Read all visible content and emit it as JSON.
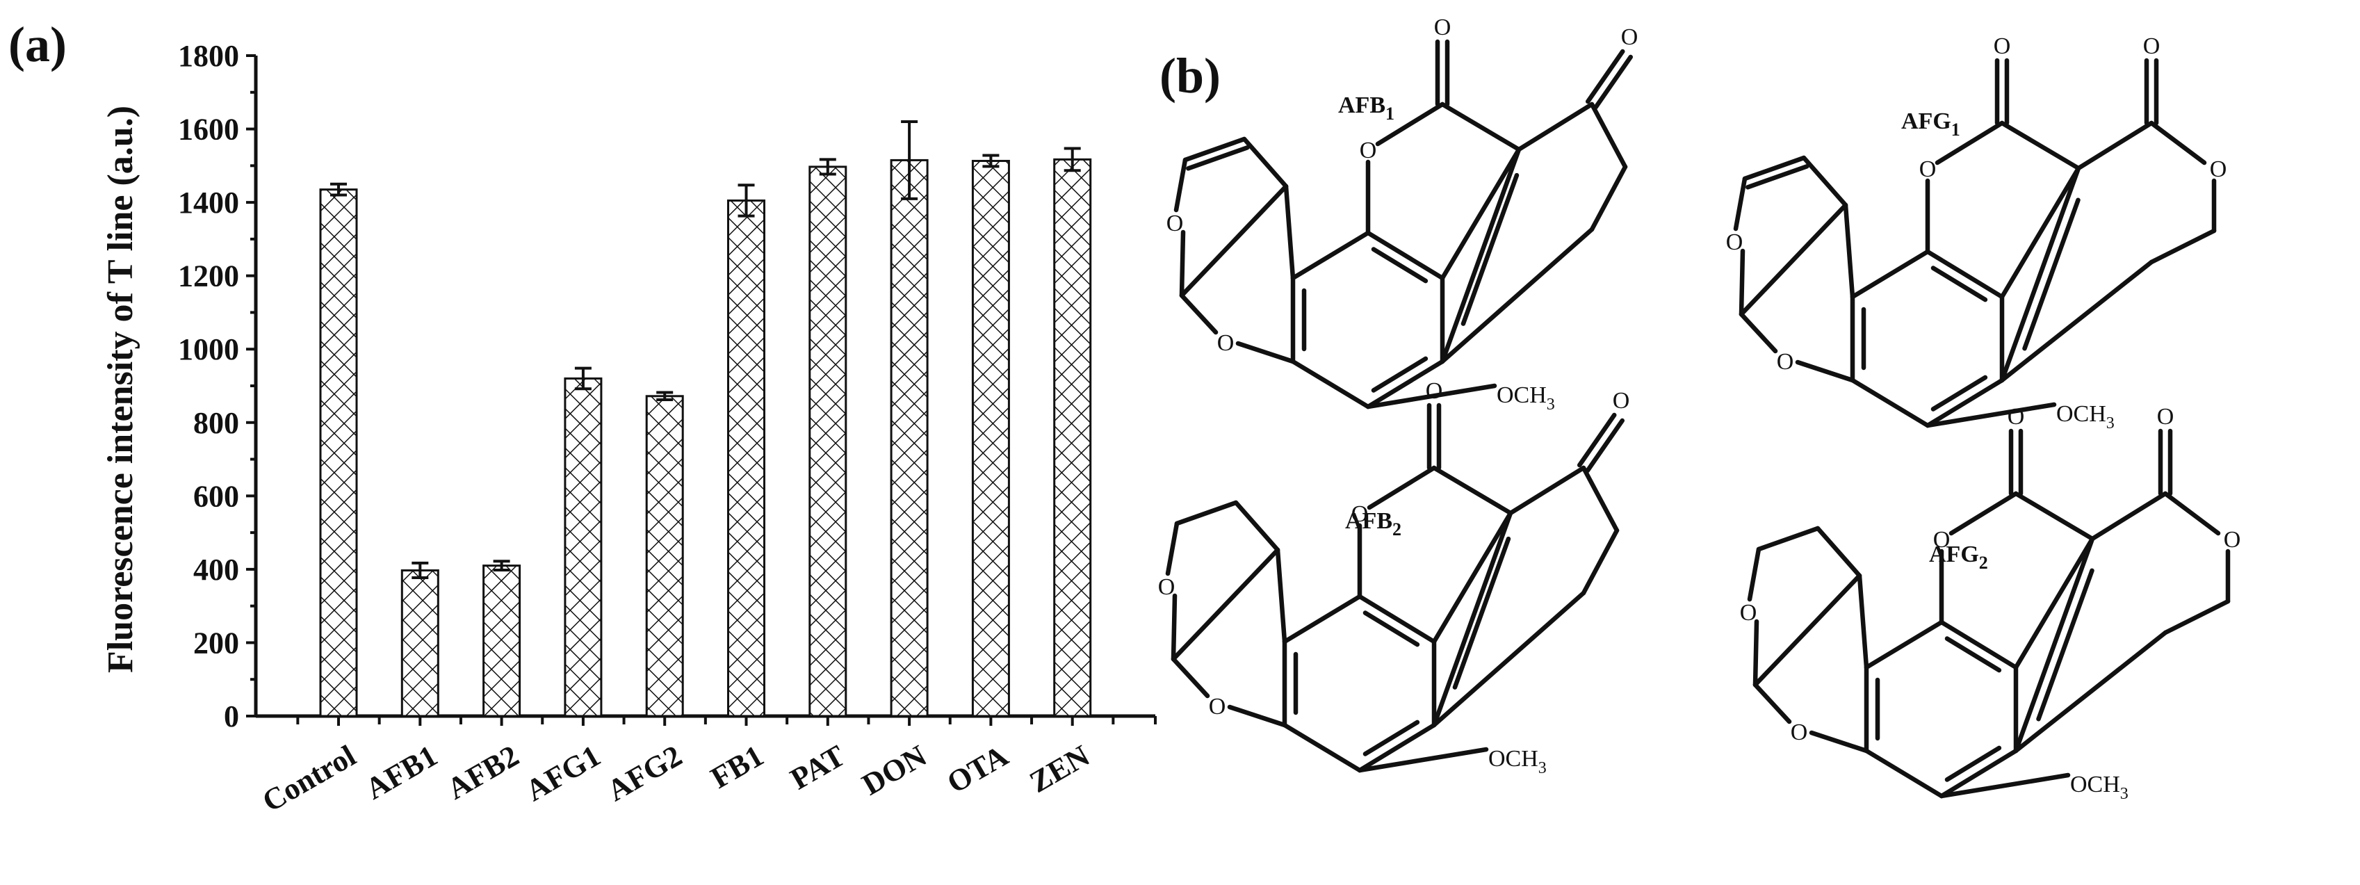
{
  "panel_a_label": "(a)",
  "panel_b_label": "(b)",
  "chart_data": {
    "type": "bar",
    "title": "",
    "xlabel": "",
    "ylabel": "Fluorescence intensity of T line (a.u.)",
    "ylim": [
      0,
      1800
    ],
    "yticks": [
      0,
      200,
      400,
      600,
      800,
      1000,
      1200,
      1400,
      1600,
      1800
    ],
    "categories": [
      "Control",
      "AFB1",
      "AFB2",
      "AFG1",
      "AFG2",
      "FB1",
      "PAT",
      "DON",
      "OTA",
      "ZEN"
    ],
    "values": [
      1435,
      397,
      410,
      920,
      872,
      1405,
      1497,
      1515,
      1513,
      1517
    ],
    "errors": [
      15,
      20,
      12,
      28,
      10,
      42,
      20,
      105,
      15,
      30
    ],
    "bar_fill": "crosshatch",
    "grid": false,
    "legend": "none"
  },
  "structures": [
    {
      "name_main": "AFB",
      "name_sub": "1",
      "methoxy": "OCH",
      "methoxy_sub": "3",
      "carbonyl_o": "O",
      "ring_o": "O"
    },
    {
      "name_main": "AFG",
      "name_sub": "1",
      "methoxy": "OCH",
      "methoxy_sub": "3",
      "carbonyl_o": "O",
      "ring_o": "O"
    },
    {
      "name_main": "AFB",
      "name_sub": "2",
      "methoxy": "OCH",
      "methoxy_sub": "3",
      "carbonyl_o": "O",
      "ring_o": "O"
    },
    {
      "name_main": "AFG",
      "name_sub": "2",
      "methoxy": "OCH",
      "methoxy_sub": "3",
      "carbonyl_o": "O",
      "ring_o": "O"
    }
  ]
}
